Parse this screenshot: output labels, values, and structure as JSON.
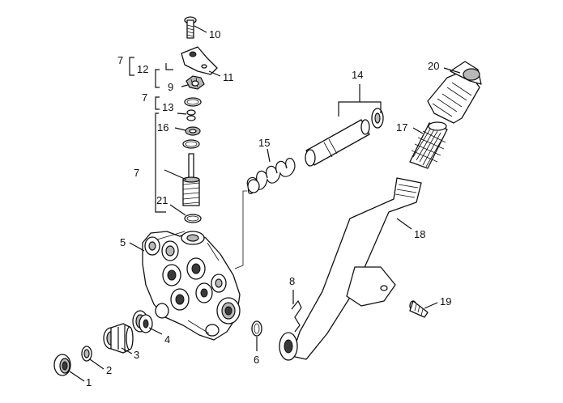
{
  "callouts": {
    "c1": "1",
    "c2": "2",
    "c3": "3",
    "c4": "4",
    "c5": "5",
    "c6": "6",
    "c7a": "7",
    "c7b": "7",
    "c7c": "7",
    "c8": "8",
    "c9": "9",
    "c10": "10",
    "c11": "11",
    "c12": "12",
    "c13": "13",
    "c14": "14",
    "c15": "15",
    "c16": "16",
    "c17": "17",
    "c18": "18",
    "c19": "19",
    "c20": "20",
    "c21": "21"
  },
  "colors": {
    "ink": "#111111",
    "shade": "#b8b8b8",
    "background": "#ffffff"
  }
}
